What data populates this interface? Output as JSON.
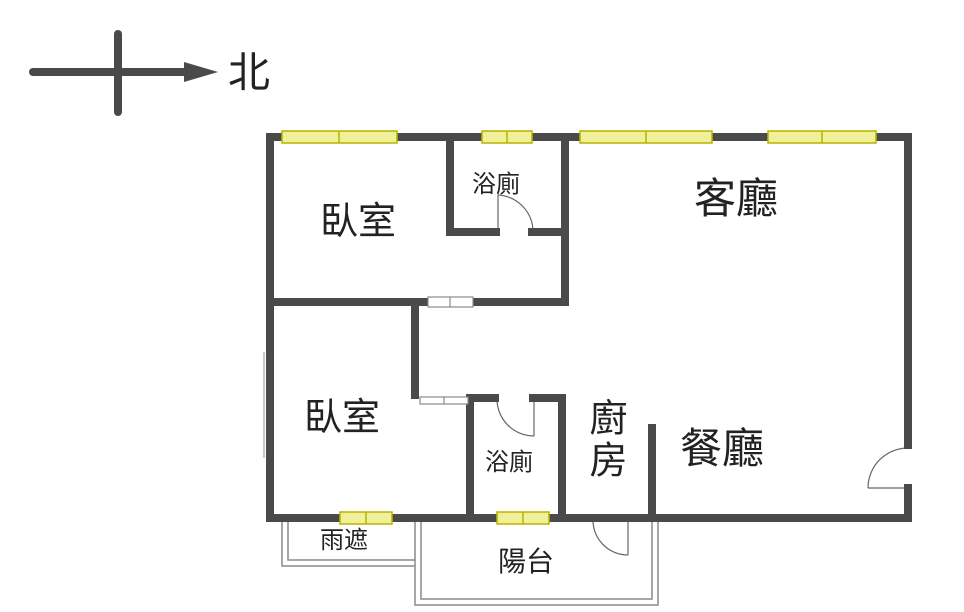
{
  "compass": {
    "direction_label": "北"
  },
  "rooms": {
    "bedroom_top": "臥室",
    "bathroom_top": "浴廁",
    "living_room": "客廳",
    "bedroom_bottom": "臥室",
    "bathroom_bottom": "浴廁",
    "kitchen": "廚房",
    "dining_room": "餐廳",
    "canopy": "雨遮",
    "balcony": "陽台"
  },
  "colors": {
    "wall": "#4a4a4a",
    "window_fill": "#f0ef9a",
    "window_stroke": "#b8b400",
    "outline": "#8a8a8a",
    "text": "#222222"
  }
}
